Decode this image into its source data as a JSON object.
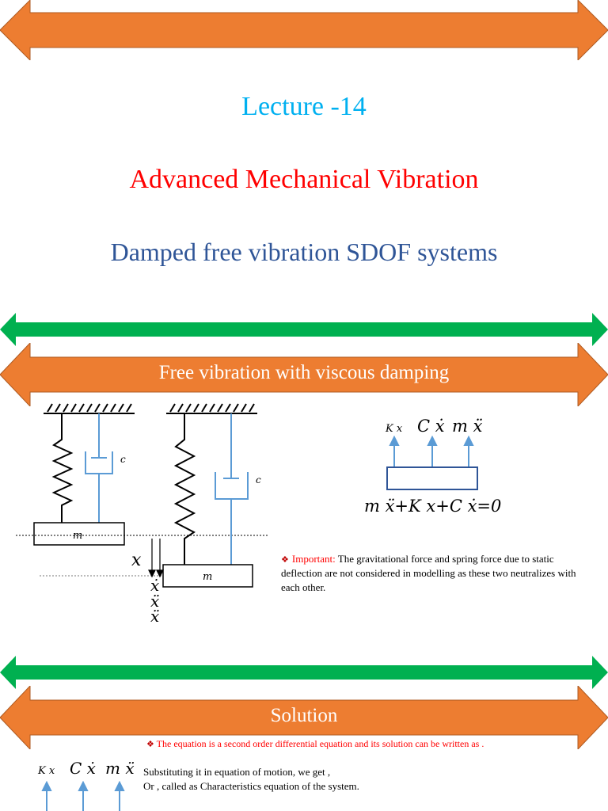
{
  "header": {
    "lecture": "Lecture -14",
    "course": "Advanced Mechanical Vibration",
    "topic": "Damped free vibration SDOF systems"
  },
  "section1": {
    "banner": "Free vibration with viscous damping",
    "fbd": {
      "force_kx": "K x",
      "force_cx": "C ẋ",
      "force_mx": "m ẍ",
      "equation": "m ẍ+K x+C ẋ=0"
    },
    "diagram": {
      "damper_label_1": "c",
      "damper_label_2": "c",
      "mass_label_1": "m",
      "mass_label_2": "m",
      "disp_x": "x",
      "vel_x": "ẋ",
      "acc_x": "ẍ"
    },
    "note": {
      "prefix": "Important:",
      "text": " The gravitational force and spring force due to static deflection are not considered in modelling as these two neutralizes with each other."
    }
  },
  "section2": {
    "banner": "Solution",
    "point1": "The equation is a second order differential equation and its solution can be written as .",
    "line1": "Substituting it in equation of motion, we get ,",
    "line2": "Or , called as Characteristics equation of the system.",
    "forces": {
      "kx": "K x",
      "cx": "C ẋ",
      "mx": "m ẍ"
    }
  },
  "colors": {
    "orange": "#ed7d31",
    "green": "#00b050",
    "blue_title": "#00b0f0",
    "red_title": "#ff0000",
    "navy_title": "#2f5597",
    "arrow_blue": "#5b9bd5"
  }
}
